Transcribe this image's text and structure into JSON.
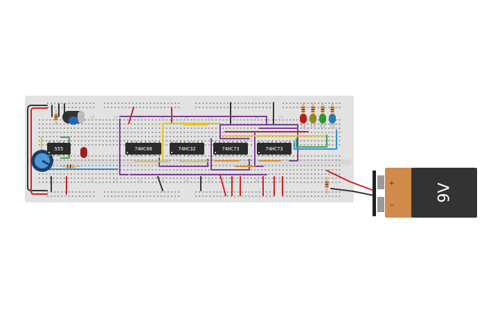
{
  "chips": [
    {
      "id": "chip-555",
      "label": "555"
    },
    {
      "id": "chip-74hc08",
      "label": "74HC08"
    },
    {
      "id": "chip-74hc32",
      "label": "74HC32"
    },
    {
      "id": "chip-74hc73-a",
      "label": "74HC73"
    },
    {
      "id": "chip-74hc73-b",
      "label": "74HC73"
    }
  ],
  "column_numbers": [
    "10",
    "15",
    "20",
    "25",
    "30",
    "35",
    "40",
    "45",
    "50"
  ],
  "battery": {
    "label": "9V",
    "plus": "+",
    "minus": "−",
    "body_color": "#d08a4a",
    "cap_color": "#333333"
  },
  "leds": [
    {
      "name": "led-red",
      "color": "#b81c1c"
    },
    {
      "name": "led-olive",
      "color": "#8f8a1a"
    },
    {
      "name": "led-green",
      "color": "#2a9a2a"
    },
    {
      "name": "led-blue",
      "color": "#2a7ab0"
    }
  ],
  "colors": {
    "board": "#e2e2e2",
    "wire_red": "#d02020",
    "wire_black": "#333333",
    "wire_purple": "#7d3c98",
    "wire_yellow": "#e6c619",
    "wire_green": "#37a84a",
    "wire_blue": "#2f8fd0",
    "wire_orange": "#e08a2a"
  }
}
